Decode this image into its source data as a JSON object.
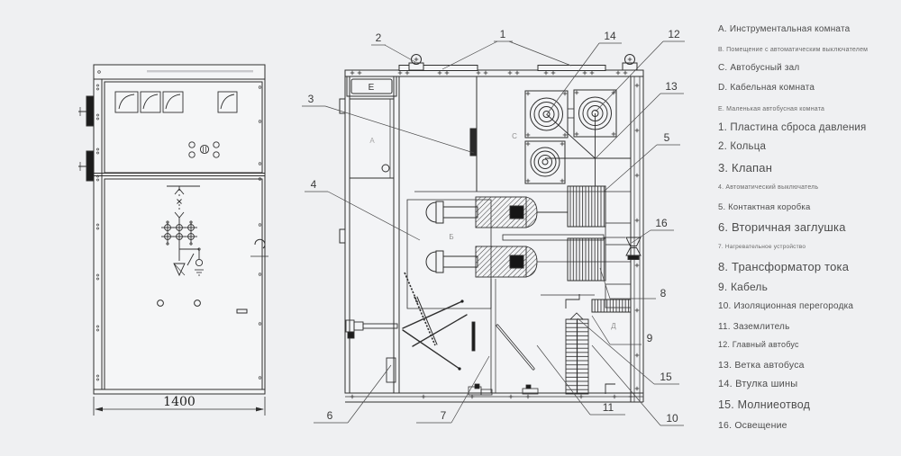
{
  "front_view": {
    "dimension_label": "1400"
  },
  "section_view": {
    "room_labels": {
      "E": "E",
      "A": "A",
      "C": "C",
      "B": "Б",
      "D": "Д"
    }
  },
  "callouts": {
    "c1": "1",
    "c2": "2",
    "c3": "3",
    "c4": "4",
    "c5": "5",
    "c6": "6",
    "c7": "7",
    "c8": "8",
    "c9": "9",
    "c10": "10",
    "c11": "11",
    "c12": "12",
    "c13": "13",
    "c14": "14",
    "c15": "15",
    "c16": "16"
  },
  "legend": {
    "items": [
      {
        "text": "A. Инструментальная комната"
      },
      {
        "text": "B. Помещение с автоматическим выключателем"
      },
      {
        "text": "C. Автобусный зал"
      },
      {
        "text": "D. Кабельная комната"
      },
      {
        "text": "E. Маленькая автобусная комната"
      },
      {
        "text": "1. Пластина сброса давления"
      },
      {
        "text": "2. Кольца"
      },
      {
        "text": "3. Клапан"
      },
      {
        "text": "4. Автоматический выключатель"
      },
      {
        "text": "5. Контактная коробка"
      },
      {
        "text": "6. Вторичная заглушка"
      },
      {
        "text": "7. Нагревательное устройство"
      },
      {
        "text": "8. Трансформатор тока"
      },
      {
        "text": "9. Кабель"
      },
      {
        "text": "10. Изоляционная перегородка"
      },
      {
        "text": "11. Заземлитель"
      },
      {
        "text": "12. Главный автобус"
      },
      {
        "text": "13. Ветка автобуса"
      },
      {
        "text": "14. Втулка шины"
      },
      {
        "text": "15. Молниеотвод"
      },
      {
        "text": "16. Освещение"
      }
    ]
  }
}
